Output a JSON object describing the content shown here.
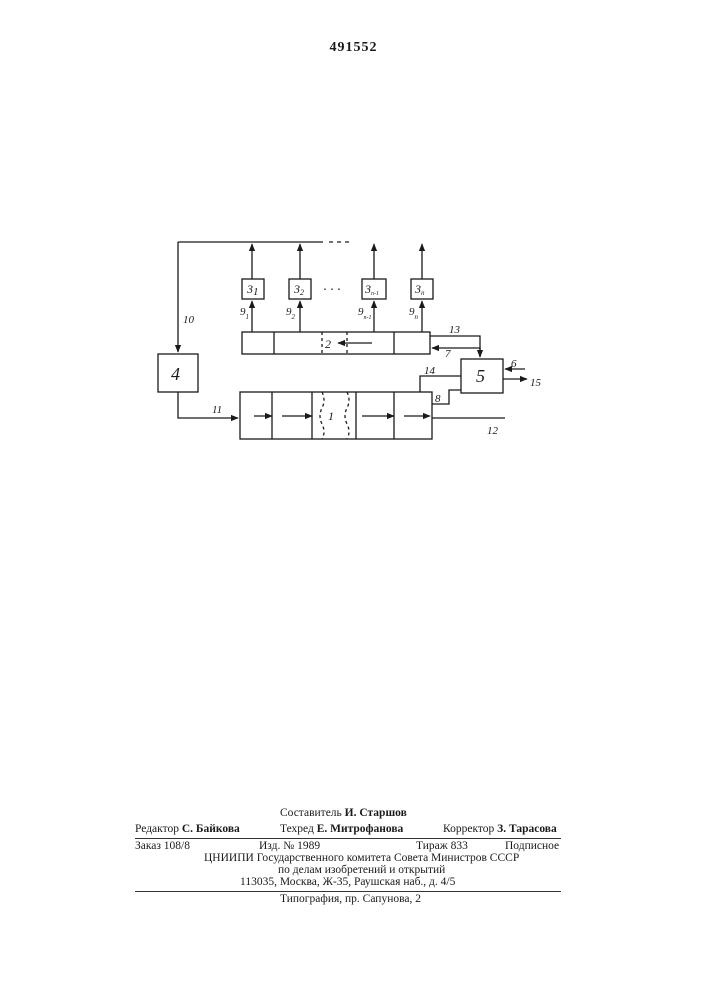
{
  "patent_number": "491552",
  "diagram": {
    "block_1": "1",
    "block_2": "2",
    "block_4": "4",
    "block_5": "5",
    "cells": [
      {
        "main": "3",
        "sub": "1"
      },
      {
        "main": "3",
        "sub": "2"
      },
      {
        "main": "3",
        "sub": "n-1"
      },
      {
        "main": "3",
        "sub": "n"
      }
    ],
    "dots": "· · ·",
    "wire_labels": {
      "w6": "6",
      "w7": "7",
      "w8": "8",
      "w10": "10",
      "w11": "11",
      "w12": "12",
      "w13": "13",
      "w14": "14",
      "w15": "15"
    },
    "taps": [
      {
        "main": "9",
        "sub": "1"
      },
      {
        "main": "9",
        "sub": "2"
      },
      {
        "main": "9",
        "sub": "n-1"
      },
      {
        "main": "9",
        "sub": "n"
      }
    ]
  },
  "colophon": {
    "compiler_label": "Составитель",
    "compiler_name": "И. Старшов",
    "editor_label": "Редактор",
    "editor_name": "С. Байкова",
    "techred_label": "Техред",
    "techred_name": "Е. Митрофанова",
    "corrector_label": "Корректор",
    "corrector_name": "З. Тарасова",
    "order": "Заказ 108/8",
    "edition": "Изд. № 1989",
    "circulation": "Тираж 833",
    "subscription": "Подписное",
    "institute": "ЦНИИПИ Государственного комитета Совета Министров СССР",
    "department": "по делам изобретений и открытий",
    "address": "113035, Москва, Ж-35, Раушская наб., д. 4/5",
    "printer": "Типография, пр. Сапунова, 2"
  }
}
